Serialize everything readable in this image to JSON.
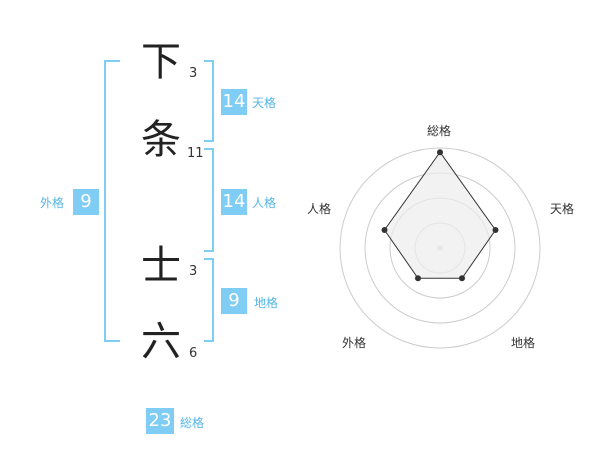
{
  "name_chars": [
    {
      "char": "下",
      "strokes": "3"
    },
    {
      "char": "条",
      "strokes": "11"
    },
    {
      "char": "士",
      "strokes": "3"
    },
    {
      "char": "六",
      "strokes": "6"
    }
  ],
  "kaku": {
    "tenkaku": {
      "label": "天格",
      "value": "14"
    },
    "jinkaku": {
      "label": "人格",
      "value": "14"
    },
    "chikaku": {
      "label": "地格",
      "value": "9"
    },
    "gaikaku": {
      "label": "外格",
      "value": "9"
    },
    "soukaku": {
      "label": "総格",
      "value": "23"
    }
  },
  "chart_data": {
    "type": "radar",
    "axes": [
      "総格",
      "天格",
      "地格",
      "外格",
      "人格"
    ],
    "values": [
      23,
      14,
      9,
      9,
      14
    ],
    "rings": 4,
    "max": 24,
    "colors": {
      "fill": "#ececec",
      "stroke": "#333333",
      "grid": "#cccccc",
      "point": "#333333",
      "center": "#d8d8d8"
    }
  }
}
